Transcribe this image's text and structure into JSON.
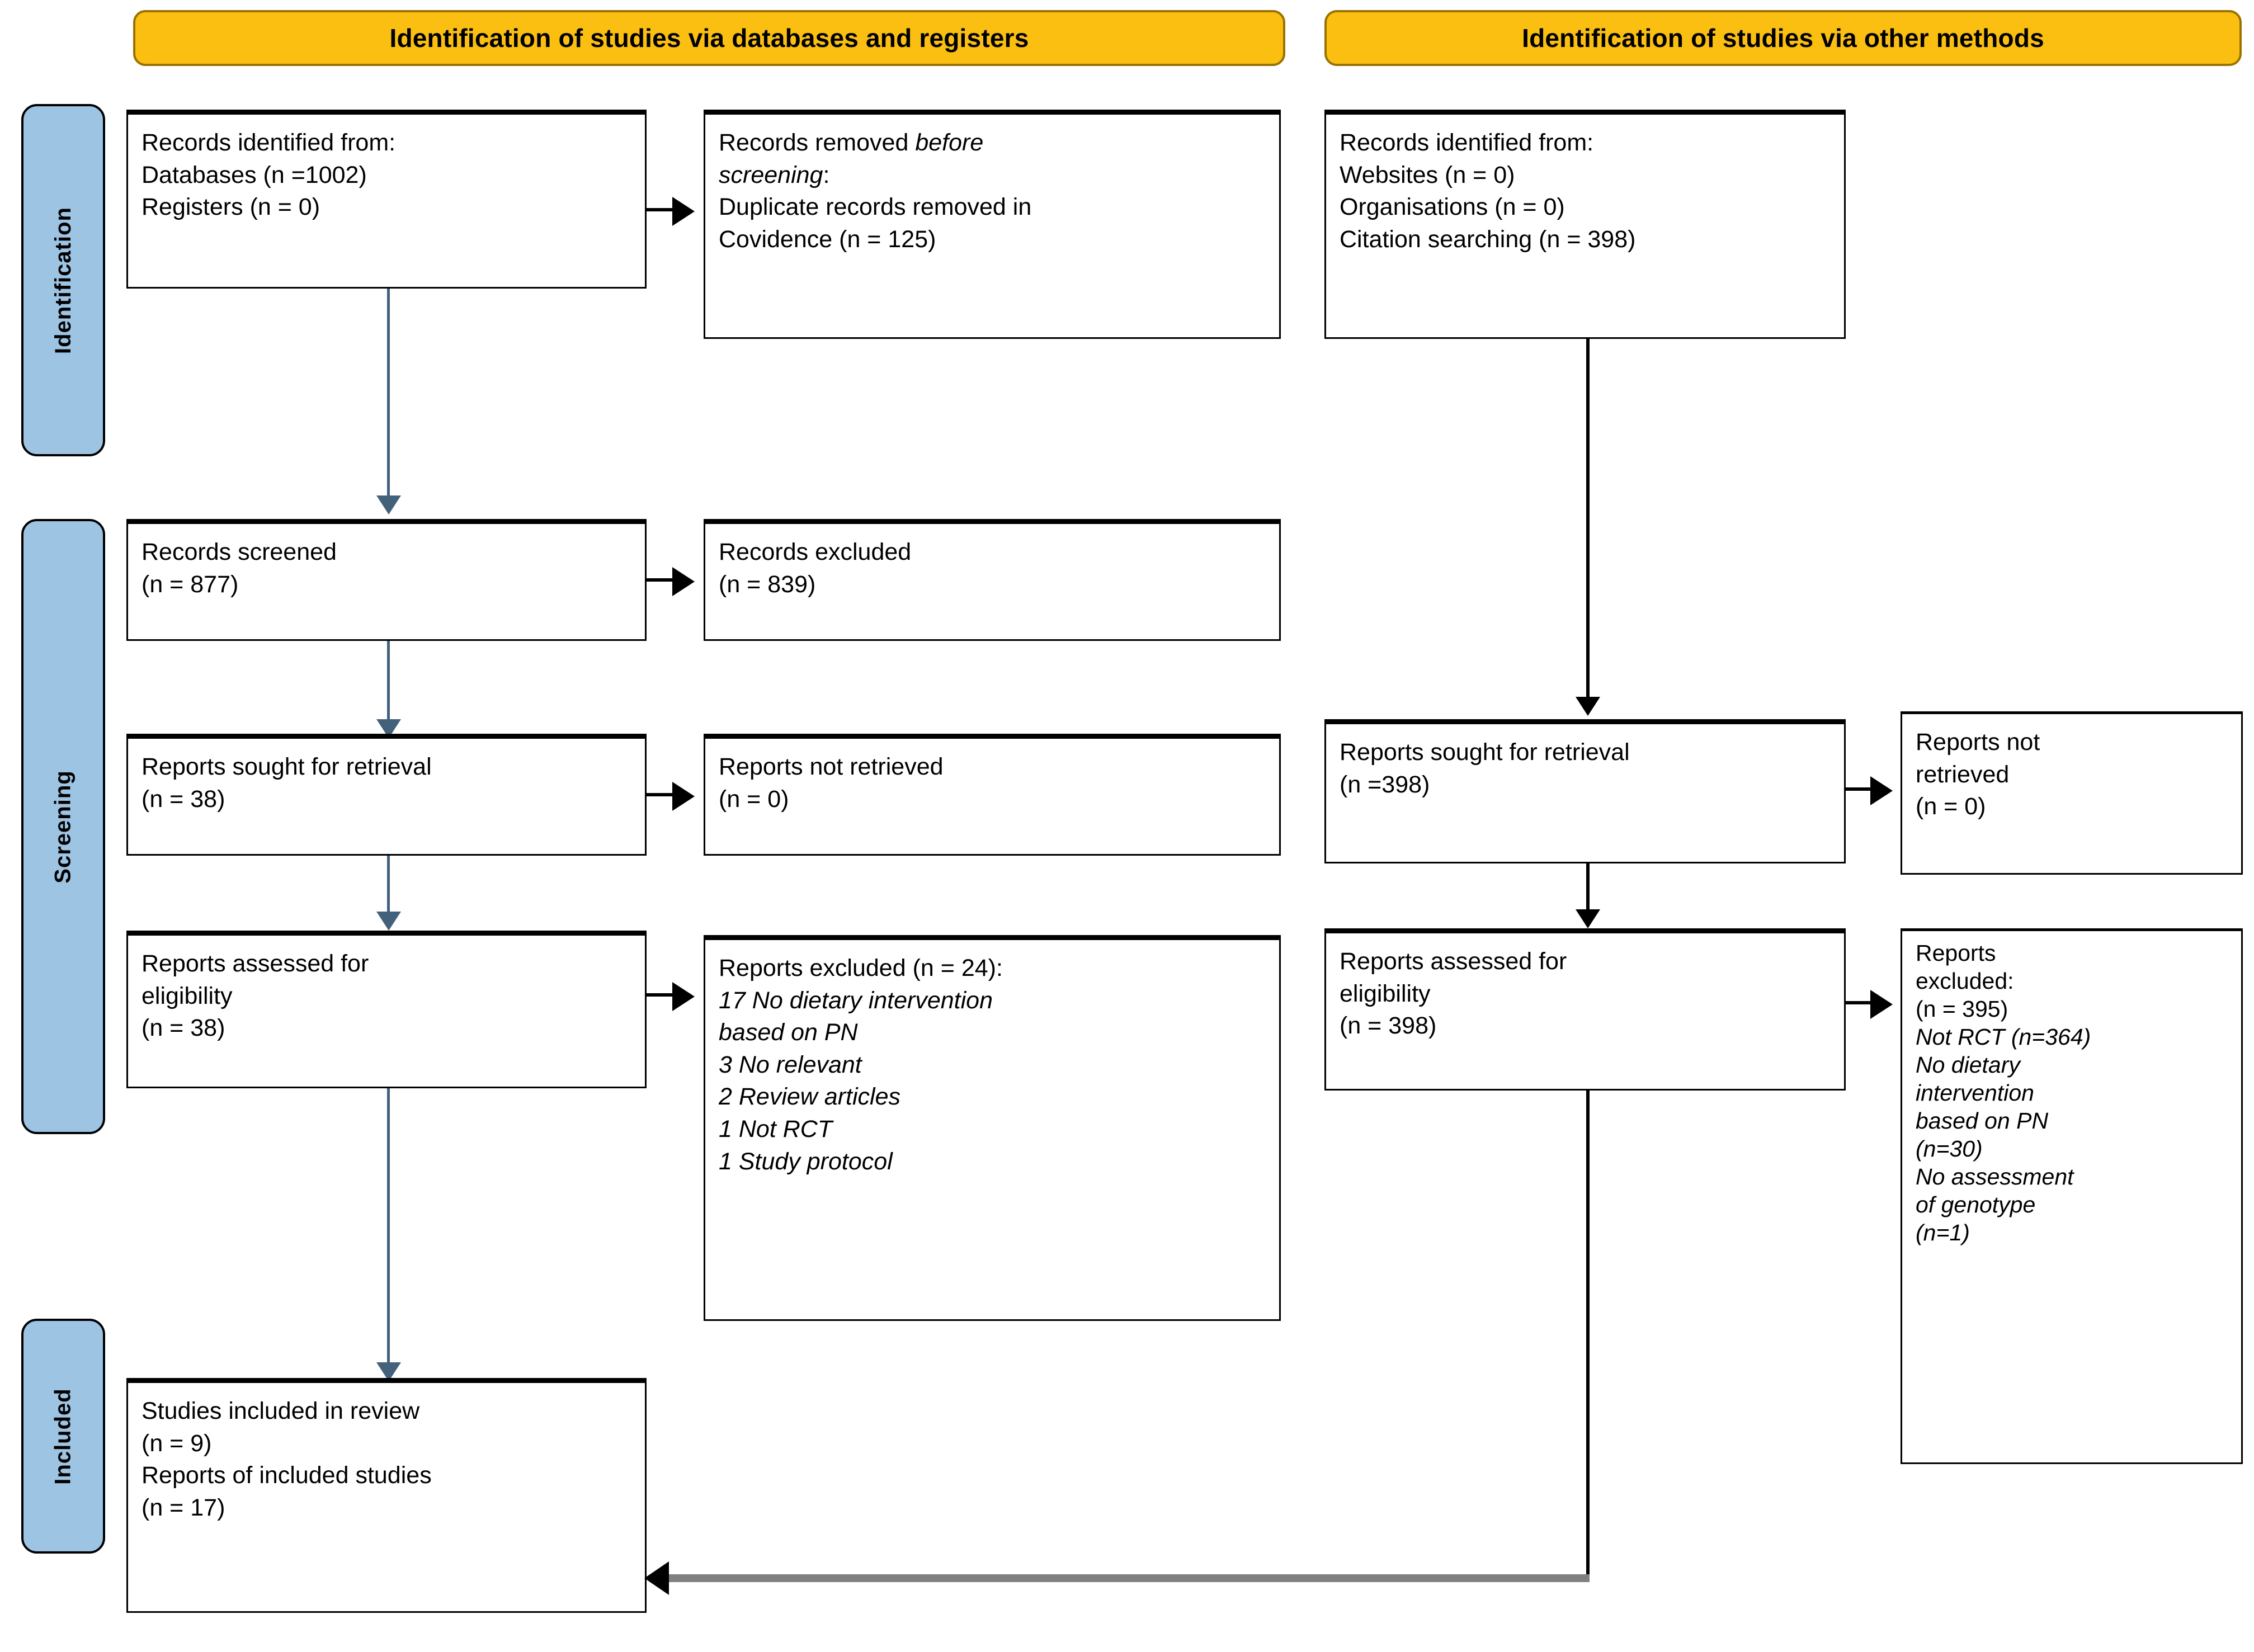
{
  "diagram": {
    "title": "PRISMA 2020 flow diagram",
    "colors": {
      "header_fill": "#FBBF11",
      "header_border": "#9A7100",
      "tab_fill": "#9EC4E4",
      "box_border": "#000000",
      "arrow_blue": "#44617C",
      "arrow_grey": "#808080"
    }
  },
  "headers": {
    "left": "Identification of studies via databases and registers",
    "right": "Identification of studies via other methods"
  },
  "stage_tabs": [
    {
      "label": "Identification"
    },
    {
      "label": "Screening"
    },
    {
      "label": "Included"
    }
  ],
  "left_column": {
    "identified": {
      "lines": [
        "Records identified from:",
        "Databases (n =1002)",
        "Registers (n = 0)"
      ]
    },
    "removed_before_screening": {
      "line1_normal": "Records removed ",
      "line1_italic": "before",
      "line2_italic": "screening",
      "line2_normal": ":",
      "line3": "Duplicate records removed  in",
      "line4": "Covidence (n = 125)"
    },
    "screened": {
      "lines": [
        "Records screened",
        "(n = 877)"
      ]
    },
    "records_excluded": {
      "lines": [
        "Records excluded",
        "(n = 839)"
      ]
    },
    "sought": {
      "lines": [
        "Reports sought for retrieval",
        "(n = 38)"
      ]
    },
    "not_retrieved": {
      "lines": [
        "Reports not retrieved",
        "(n = 0)"
      ]
    },
    "assessed": {
      "lines": [
        "Reports assessed for",
        "eligibility",
        "(n = 38)"
      ]
    },
    "excluded_detail": {
      "heading": "Reports excluded (n = 24):",
      "reasons": [
        "17 No dietary intervention",
        "based on PN",
        "3 No relevant",
        "2 Review articles",
        "1 Not RCT",
        "1 Study protocol"
      ]
    }
  },
  "right_column": {
    "identified": {
      "lines": [
        "Records identified from:",
        "Websites (n = 0)",
        "Organisations (n = 0)",
        "Citation searching (n = 398)"
      ]
    },
    "sought": {
      "lines": [
        "Reports sought for retrieval",
        "(n =398)"
      ]
    },
    "not_retrieved": {
      "lines": [
        "Reports not",
        "retrieved",
        "(n = 0)"
      ]
    },
    "assessed": {
      "lines": [
        "Reports assessed for",
        "eligibility",
        "(n = 398)"
      ]
    },
    "excluded_detail": {
      "heading_lines": [
        "Reports",
        "excluded:",
        "(n = 395)"
      ],
      "reasons": [
        "Not RCT (n=364)",
        "No dietary",
        "intervention",
        "based on PN",
        "(n=30)",
        "No assessment",
        "of genotype",
        "(n=1)"
      ]
    }
  },
  "included": {
    "lines": [
      "Studies included in review",
      "(n = 9)",
      "Reports of included studies",
      "(n = 17)"
    ]
  }
}
